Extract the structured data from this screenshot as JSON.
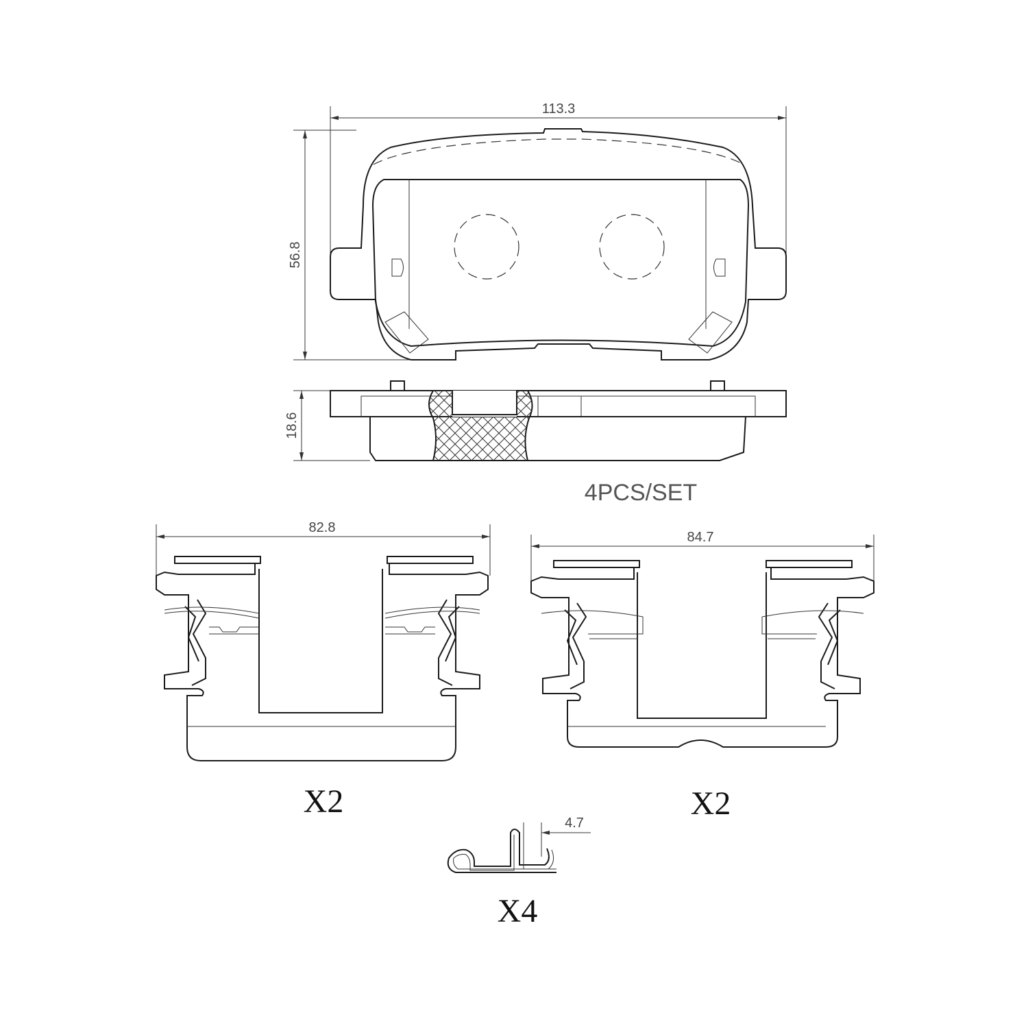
{
  "pad_top_view": {
    "width_dim": "113.3",
    "height_dim": "56.8"
  },
  "pad_side_view": {
    "thickness_dim": "18.6",
    "set_label": "4PCS/SET"
  },
  "clip_left": {
    "width_dim": "82.8",
    "quantity": "X2"
  },
  "clip_right": {
    "width_dim": "84.7",
    "quantity": "X2"
  },
  "spring_clip": {
    "dim": "4.7",
    "quantity": "X4"
  }
}
